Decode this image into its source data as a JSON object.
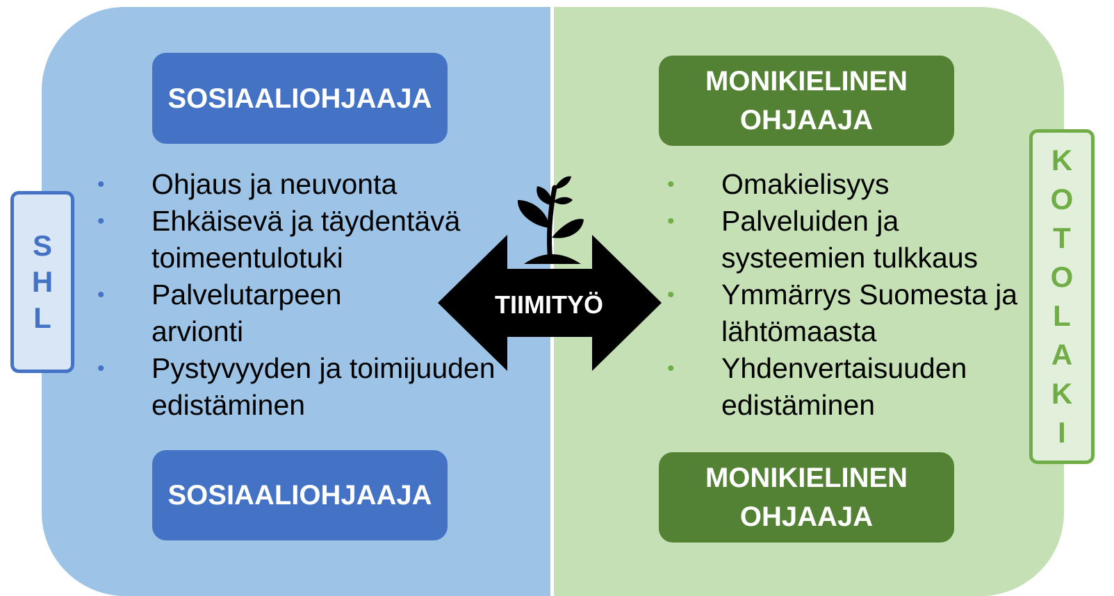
{
  "left": {
    "color": "#4472c4",
    "role_top": "SOSIAALIOHJAAJA",
    "role_bottom": "SOSIAALIOHJAAJA",
    "items": [
      "Ohjaus ja neuvonta",
      "Ehkäisevä ja täydentävä toimeentulotuki",
      "Palvelutarpeen arvionti",
      "Pystyvyyden ja toimijuuden edistäminen"
    ],
    "side_label": [
      "S",
      "H",
      "L"
    ]
  },
  "right": {
    "color": "#548235",
    "role_top": [
      "MONIKIELINEN",
      "OHJAAJA"
    ],
    "role_bottom": [
      "MONIKIELINEN",
      "OHJAAJA"
    ],
    "items": [
      "Omakielisyys",
      "Palveluiden ja systeemien tulkkaus",
      "Ymmärrys Suomesta ja lähtömaasta",
      "Yhdenvertaisuuden edistäminen"
    ],
    "side_label": [
      "K",
      "O",
      "T",
      "O",
      "L",
      "A",
      "K",
      "I"
    ]
  },
  "center": {
    "label": "TIIMITYÖ",
    "arrow_icon": "double-arrow-icon",
    "plant_icon": "seedling-icon"
  }
}
